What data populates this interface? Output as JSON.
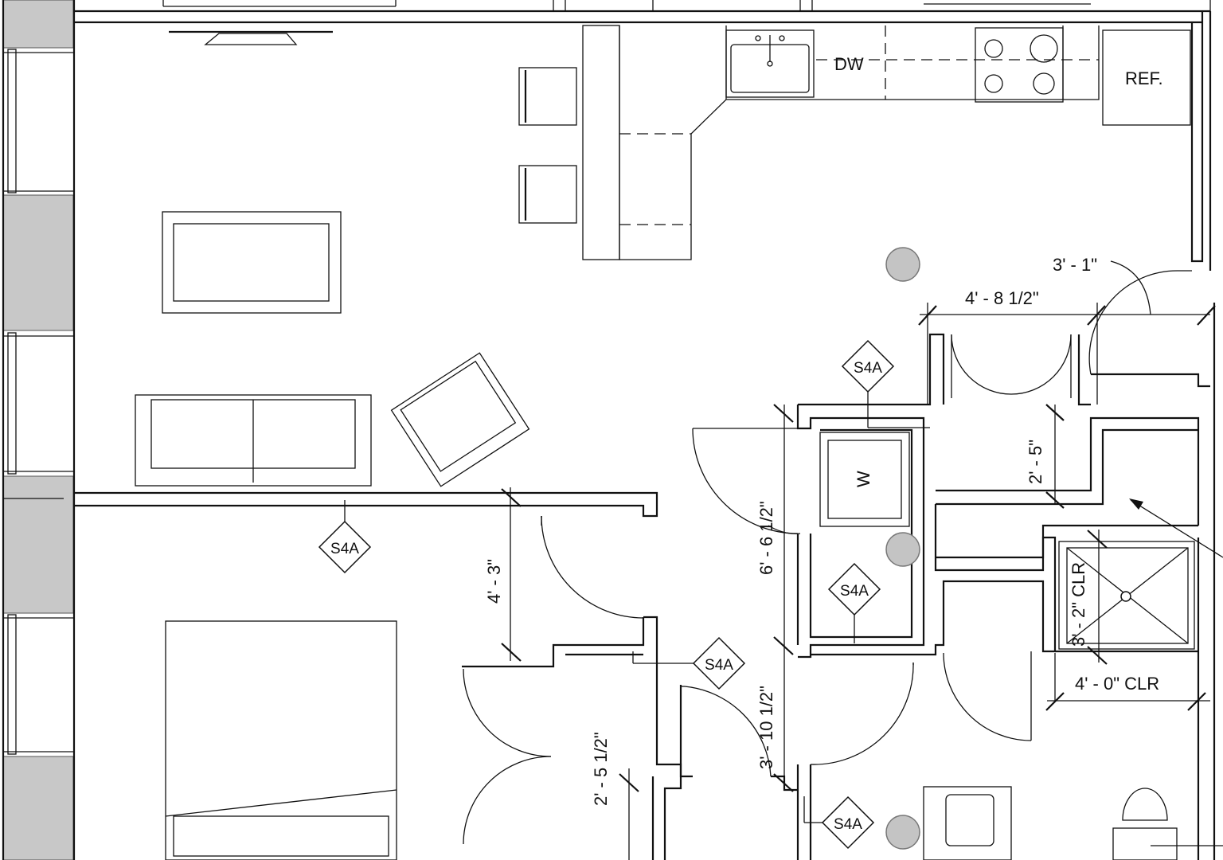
{
  "plan": {
    "appliances": {
      "dishwasher": "DW",
      "refrigerator": "REF.",
      "washer": "W"
    },
    "tags": [
      "S4A",
      "S4A",
      "S4A",
      "S4A",
      "S4A"
    ],
    "dimensions": {
      "door_width_entry": "3' - 1\"",
      "closet_width": "4' - 8 1/2\"",
      "closet_depth": "2' - 5\"",
      "laundry_length": "6' - 6 1/2\"",
      "hall_length": "4' - 3\"",
      "shower_depth": "3' - 2\" CLR",
      "shower_width": "4' - 0\" CLR",
      "bath_hall": "3' - 10 1/2\"",
      "bedroom_closet": "2' - 5 1/2\""
    },
    "fill_colors": {
      "exterior_wall": "#c8c8c8",
      "column": "#c4c4c4"
    }
  }
}
